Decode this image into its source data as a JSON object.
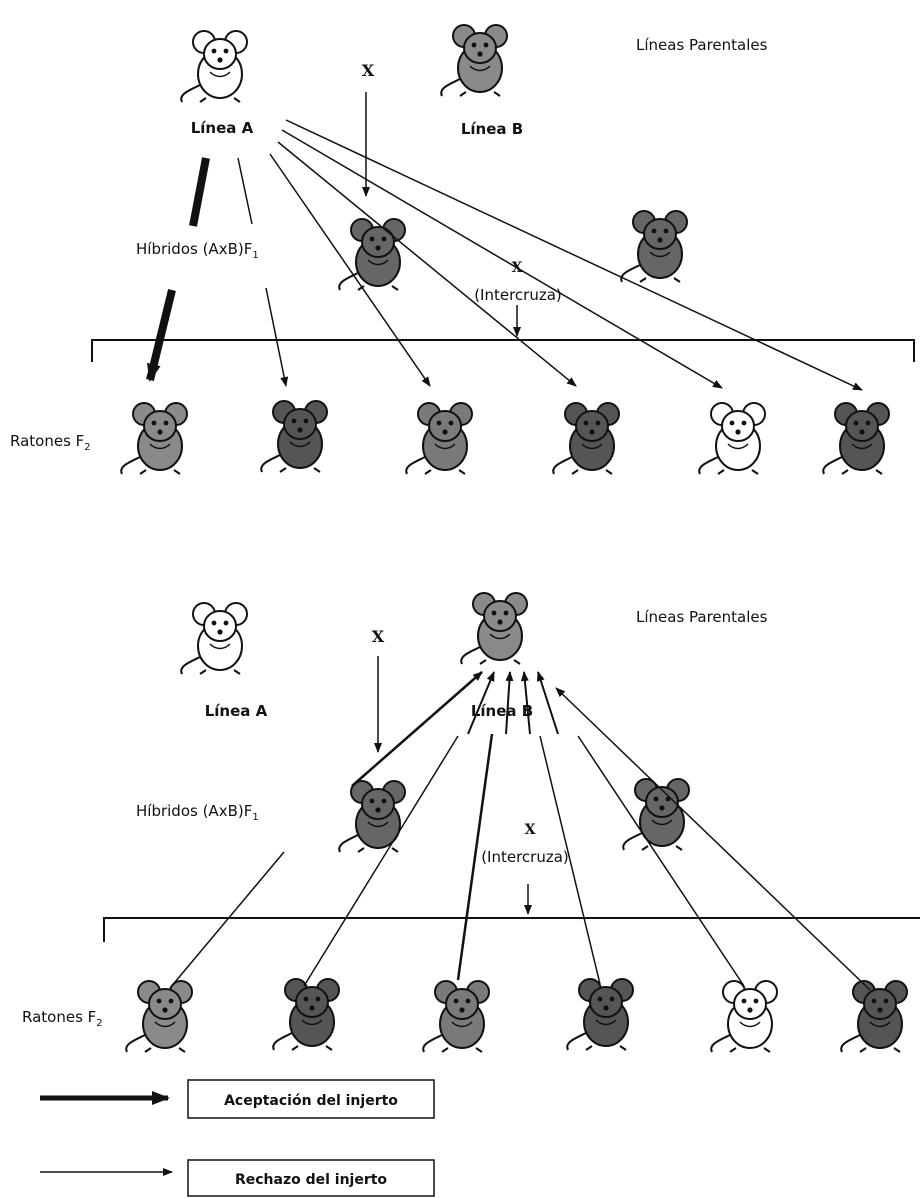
{
  "top_panel": {
    "parental_title": "Líneas Parentales",
    "line_a": "Línea A",
    "line_b": "Línea B",
    "cross": "X",
    "hybrids": "Híbridos (AxB)F",
    "hybrids_sub": "1",
    "intercross_x": "X",
    "intercross": "(Intercruza)",
    "f2_label": "Ratones F",
    "f2_sub": "2"
  },
  "bottom_panel": {
    "parental_title": "Líneas Parentales",
    "line_a": "Línea A",
    "line_b": "Línea B",
    "cross": "X",
    "hybrids": "Híbridos (AxB)F",
    "hybrids_sub": "1",
    "intercross_x": "X",
    "intercross": "(Intercruza)",
    "f2_label": "Ratones F",
    "f2_sub": "2"
  },
  "legend": {
    "accept": "Aceptación del injerto",
    "reject": "Rechazo del injerto"
  },
  "colors": {
    "white_mouse": "#ffffff",
    "gray_mouse": "#8a8a8a",
    "dark_mouse": "#555555",
    "outline": "#111111"
  }
}
